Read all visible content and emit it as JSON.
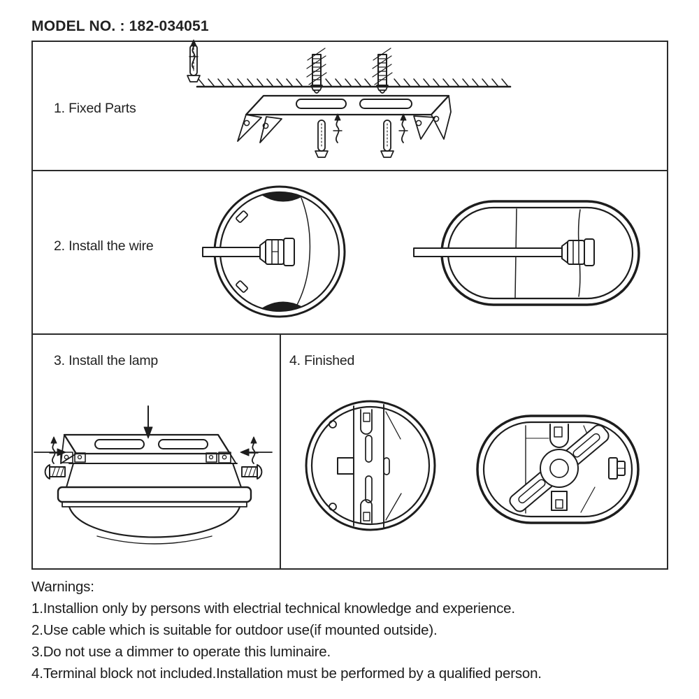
{
  "model_line": "MODEL NO. : 182-034051",
  "steps": [
    {
      "label": "1. Fixed Parts"
    },
    {
      "label": "2. Install the wire"
    },
    {
      "label": "3. Install the lamp"
    },
    {
      "label": "4. Finished"
    }
  ],
  "warnings": {
    "title": "Warnings:",
    "items": [
      "1.Installion only by persons with electrial technical knowledge and experience.",
      "2.Use cable which is suitable for outdoor use(if mounted outside).",
      "3.Do not use a dimmer to operate this luminaire.",
      "4.Terminal block not included.Installation must be performed by a qualified person."
    ]
  },
  "colors": {
    "ink": "#1d1d1d",
    "border": "#2b2b2b",
    "background": "#ffffff"
  }
}
